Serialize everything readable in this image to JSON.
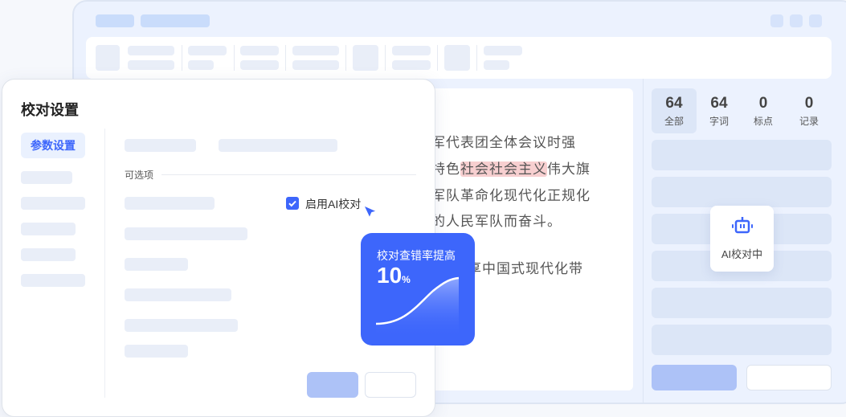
{
  "document": {
    "lines": [
      {
        "pre": "军代表团全体会议时强"
      },
      {
        "pre": "特色",
        "highlight": "社会社会主义",
        "post": "伟大旗"
      },
      {
        "pre": "军队革命化现代化正规化"
      },
      {
        "pre": "的人民军队而奋斗。"
      },
      {
        "pre": "享中国式现代化带"
      }
    ]
  },
  "stats": [
    {
      "value": "64",
      "label": "全部"
    },
    {
      "value": "64",
      "label": "字词"
    },
    {
      "value": "0",
      "label": "标点"
    },
    {
      "value": "0",
      "label": "记录"
    }
  ],
  "ai_status": {
    "label": "AI校对中",
    "icon": "robot-icon"
  },
  "dialog": {
    "title": "校对设置",
    "nav_active": "参数设置",
    "section_label": "可选项",
    "checkbox": {
      "label": "启用AI校对",
      "checked": true
    }
  },
  "promo": {
    "title": "校对查错率提高",
    "value": "10",
    "unit": "%"
  },
  "colors": {
    "accent": "#3d66fb",
    "highlight": "#f7cfd0",
    "panel": "#ecf2fe"
  }
}
